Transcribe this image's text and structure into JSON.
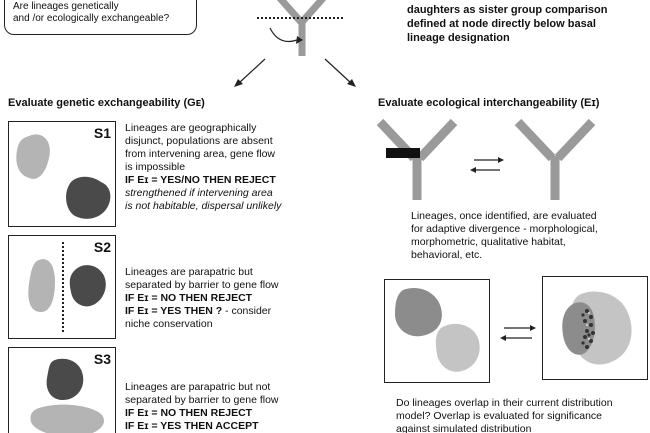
{
  "callout": {
    "line1": "Are lineages genetically",
    "line2": "and /or ecologically exchangeable?"
  },
  "top_right": {
    "line1": "daughters as sister group comparison",
    "line2": "defined at node directly below basal",
    "line3": "lineage designation"
  },
  "left_heading": "Evaluate genetic exchangeability (Gᴇ)",
  "right_heading": "Evaluate ecological interchangeability (Eɪ)",
  "panels": [
    {
      "label": "S1",
      "lines": [
        "Lineages are geographically",
        "disjunct, populations are absent",
        "from intervening area, gene flow",
        "is impossible"
      ],
      "rule1": "IF Eɪ = YES/NO THEN REJECT",
      "note1": "strengthened if intervening area",
      "note2": "is not habitable, dispersal unlikely"
    },
    {
      "label": "S2",
      "lines": [
        "Lineages are parapatric but",
        "separated by barrier to gene flow"
      ],
      "rule1": "IF Eɪ = NO THEN REJECT",
      "rule2_bold": "IF Eɪ = YES THEN ?",
      "rule2_rest": " - consider",
      "rule2_cont": "niche conservation"
    },
    {
      "label": "S3",
      "lines": [
        "Lineages are parapatric but not",
        "separated by barrier to gene flow"
      ],
      "rule1": "IF Eɪ = NO THEN REJECT",
      "rule2": "IF Eɪ = YES THEN ACCEPT"
    }
  ],
  "adaptive": {
    "line1": "Lineages, once identified, are evaluated",
    "line2": "for adaptive divergence - morphological,",
    "line3": "morphometric, qualitative habitat,",
    "line4": "behavioral, etc."
  },
  "overlap": {
    "line1": "Do lineages overlap in their current distribution",
    "line2": "model?  Overlap is evaluated for significance",
    "line3": "against simulated distribution"
  },
  "icons": {
    "exchange_arrows": "left-right-arrows",
    "tree": "phylogeny-tree",
    "curved_arrow": "rotation-arrow"
  },
  "colors": {
    "tree_gray": "#9a9a9a",
    "blob_light": "#b4b4b4",
    "blob_dark": "#4a4a4a",
    "blob_mid": "#8c8c8c",
    "bar_black": "#111111"
  }
}
